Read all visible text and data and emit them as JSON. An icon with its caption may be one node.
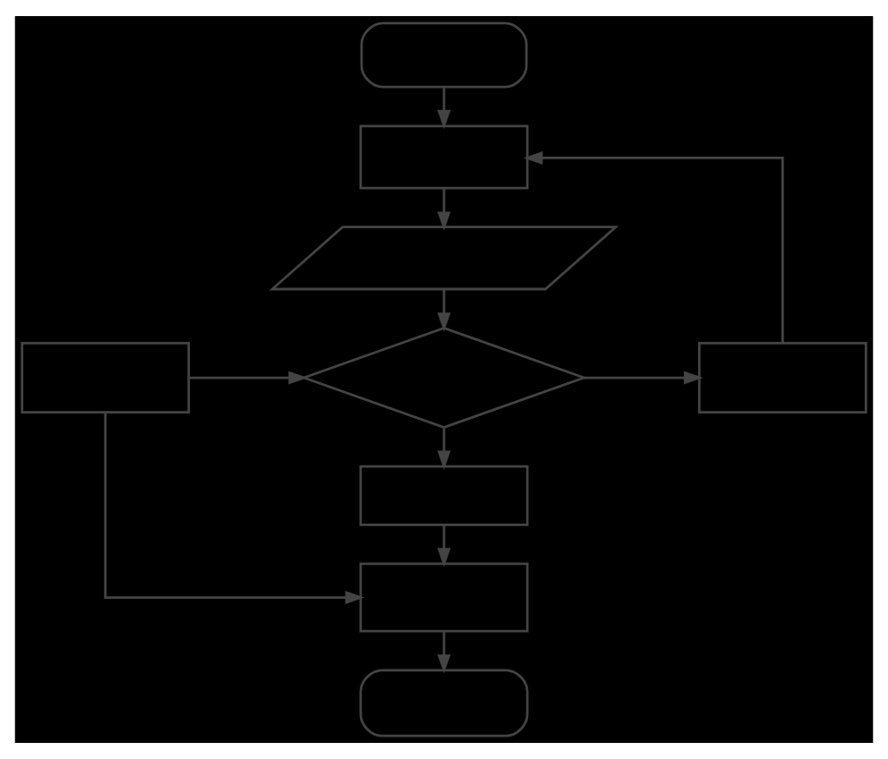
{
  "diagram": {
    "nodes": [
      {
        "text": [],
        "shape": "pill"
      },
      {
        "text": [],
        "shape": "box"
      },
      {
        "text": [],
        "shape": "parallelogram"
      },
      {
        "text": [],
        "shape": "box"
      },
      {
        "text": [],
        "shape": "diamond"
      },
      {
        "text": [],
        "shape": "box"
      },
      {
        "text": [],
        "shape": "box"
      },
      {
        "text": [],
        "shape": "box"
      },
      {
        "text": [],
        "shape": "pill"
      }
    ],
    "edges": [
      {
        "from": 0,
        "to": 1,
        "arrow": "to"
      },
      {
        "from": 1,
        "to": 2,
        "arrow": "to"
      },
      {
        "from": 2,
        "to": 4,
        "arrow": "to"
      },
      {
        "from": 3,
        "to": 4,
        "arrow": "to"
      },
      {
        "from": 4,
        "to": 5,
        "arrow": "to"
      },
      {
        "from": 5,
        "to": 1,
        "arrow": "to"
      },
      {
        "from": 4,
        "to": 6,
        "arrow": "to"
      },
      {
        "from": 6,
        "to": 7,
        "arrow": "to"
      },
      {
        "from": 3,
        "to": 7,
        "arrow": "to"
      },
      {
        "from": 7,
        "to": 8,
        "arrow": "to"
      }
    ]
  }
}
